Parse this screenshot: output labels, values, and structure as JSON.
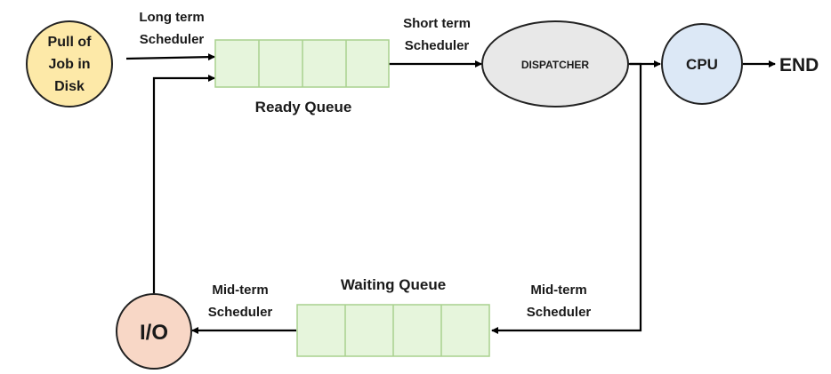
{
  "nodes": {
    "job_pool": {
      "lines": [
        "Pull of",
        "Job in",
        "Disk"
      ],
      "fill": "#fde9a8"
    },
    "dispatcher": {
      "label": "DISPATCHER",
      "fill": "#e8e8e8"
    },
    "cpu": {
      "label": "CPU",
      "fill": "#dce8f6"
    },
    "end": {
      "label": "END"
    },
    "io": {
      "label": "I/O",
      "fill": "#f8d7c6"
    }
  },
  "queues": {
    "ready": {
      "label": "Ready Queue",
      "fill": "#e6f5dc",
      "stroke": "#a9d18e"
    },
    "waiting": {
      "label": "Waiting Queue",
      "fill": "#e6f5dc",
      "stroke": "#a9d18e"
    }
  },
  "edge_labels": {
    "long_term": [
      "Long term",
      "Scheduler"
    ],
    "short_term": [
      "Short term",
      "Scheduler"
    ],
    "mid_term_left": [
      "Mid-term",
      "Scheduler"
    ],
    "mid_term_right": [
      "Mid-term",
      "Scheduler"
    ]
  },
  "colors": {
    "outline": "#222222",
    "arrow": "#000000"
  }
}
